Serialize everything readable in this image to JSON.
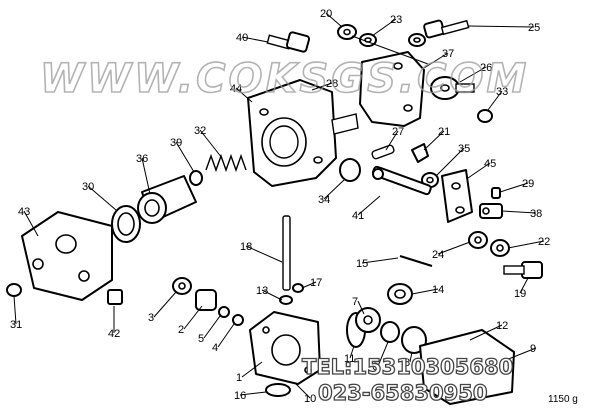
{
  "diagram": {
    "callouts": [
      "1",
      "2",
      "3",
      "4",
      "5",
      "6",
      "7",
      "8",
      "9",
      "10",
      "11",
      "12",
      "13",
      "14",
      "15",
      "16",
      "17",
      "18",
      "19",
      "20",
      "21",
      "22",
      "23",
      "24",
      "25",
      "26",
      "27",
      "28",
      "29",
      "30",
      "31",
      "32",
      "33",
      "34",
      "35",
      "36",
      "37",
      "38",
      "39",
      "40",
      "41",
      "42",
      "43",
      "44",
      "45"
    ],
    "figure_code": "1150 g"
  },
  "watermark": {
    "site": "WWW.COKSGS.COM",
    "phone_1": "TEL:15310305680",
    "phone_2": "023-65830950"
  }
}
